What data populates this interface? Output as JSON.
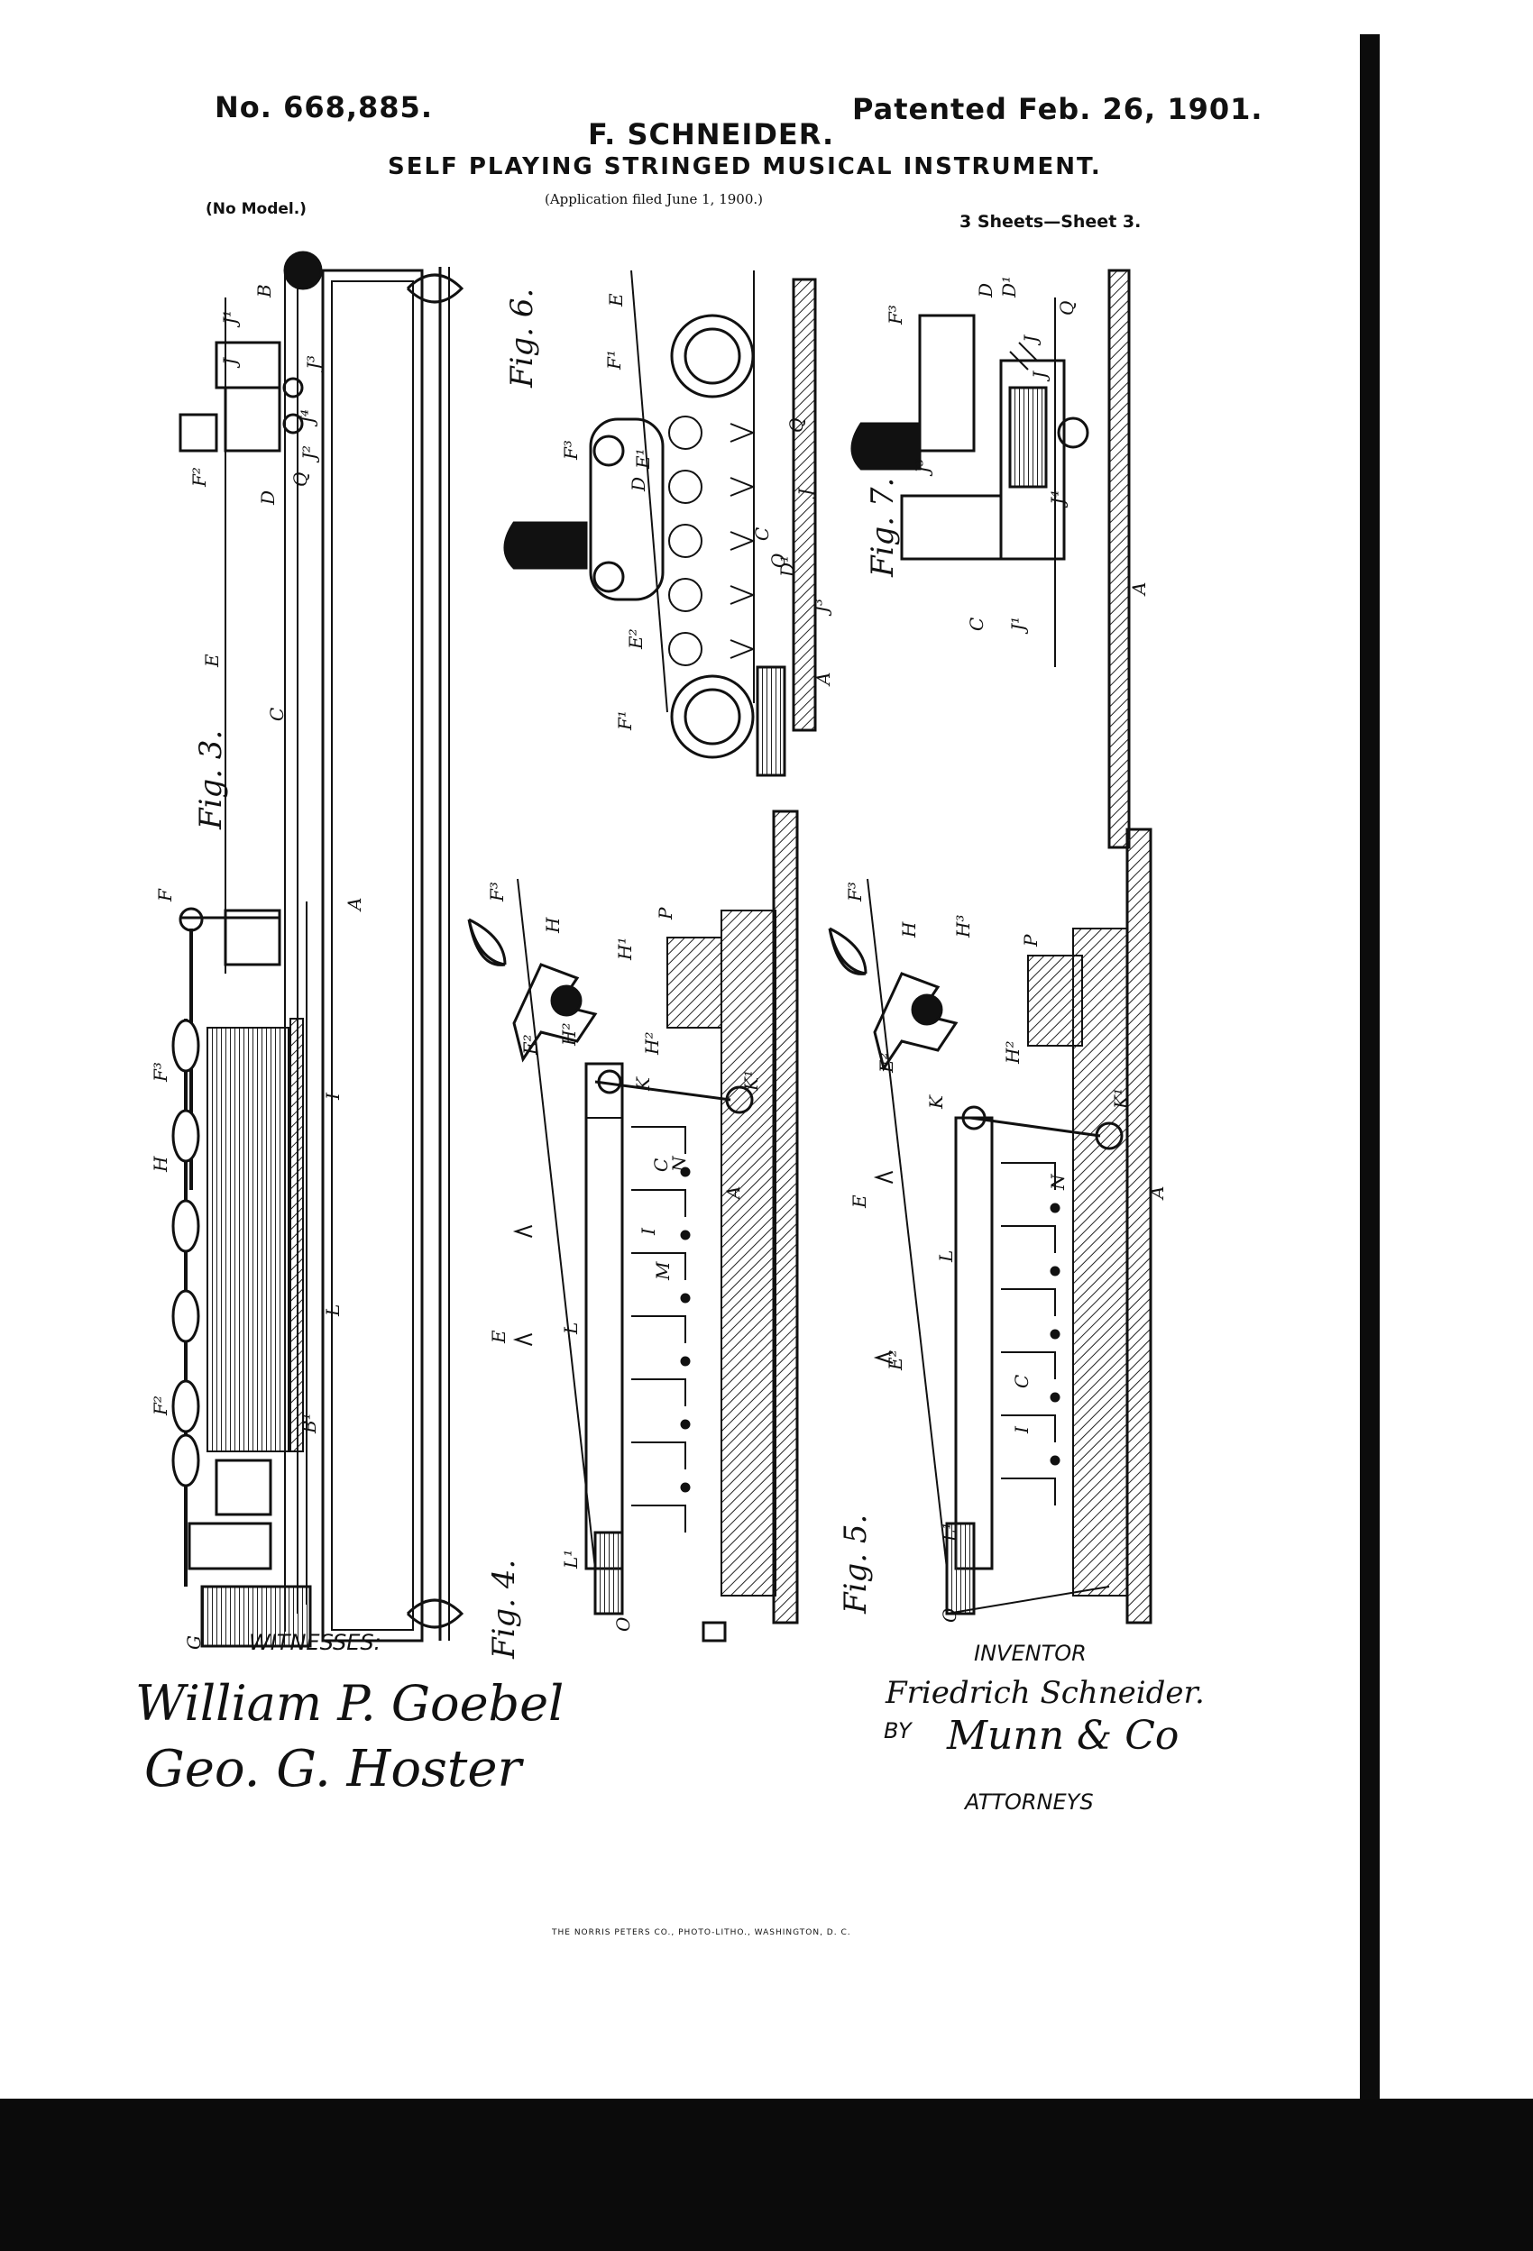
{
  "header": {
    "number": "No. 668,885.",
    "patented": "Patented Feb. 26, 1901.",
    "inventor_name": "F. SCHNEIDER.",
    "title": "SELF PLAYING STRINGED MUSICAL INSTRUMENT.",
    "model": "(No Model.)",
    "application": "(Application filed June 1, 1900.)",
    "sheets": "3 Sheets—Sheet 3."
  },
  "figures": {
    "fig3": "Fig. 3.",
    "fig4": "Fig. 4.",
    "fig5": "Fig. 5.",
    "fig6": "Fig. 6.",
    "fig7": "Fig. 7."
  },
  "labels": {
    "fig3": [
      "J¹",
      "B",
      "J",
      "J³",
      "J²",
      "J⁴",
      "F²",
      "D",
      "Q",
      "E",
      "C",
      "F",
      "A",
      "F³",
      "H",
      "I",
      "L",
      "B¹",
      "F²",
      "G"
    ],
    "fig6": [
      "E",
      "F¹",
      "E¹",
      "D",
      "F³",
      "Q",
      "J",
      "C",
      "O",
      "D¹",
      "J³",
      "A",
      "F¹",
      "E²"
    ],
    "fig7": [
      "F³",
      "D",
      "D¹",
      "J",
      "J³",
      "J⁴",
      "C",
      "J¹",
      "A",
      "Q"
    ],
    "fig4": [
      "F³",
      "H",
      "H¹",
      "P",
      "E²",
      "H²",
      "K",
      "K¹",
      "N",
      "L",
      "C",
      "I",
      "M",
      "A",
      "E",
      "L¹",
      "O"
    ],
    "fig5": [
      "F³",
      "H",
      "H³",
      "P",
      "E²",
      "K",
      "H²",
      "K¹",
      "N",
      "L",
      "C",
      "I",
      "A",
      "E",
      "L¹",
      "O"
    ]
  },
  "footer": {
    "witnesses_label": "WITNESSES:",
    "witness_signatures": [
      "William P. Goebel",
      "Geo. G. Hoster"
    ],
    "inventor_label": "INVENTOR",
    "inventor_signature": "Friedrich Schneider.",
    "by_label": "BY",
    "attorney_signature": "Munn & Co",
    "attorneys_label": "ATTORNEYS",
    "printer": "THE NORRIS PETERS CO., PHOTO-LITHO., WASHINGTON, D. C."
  }
}
